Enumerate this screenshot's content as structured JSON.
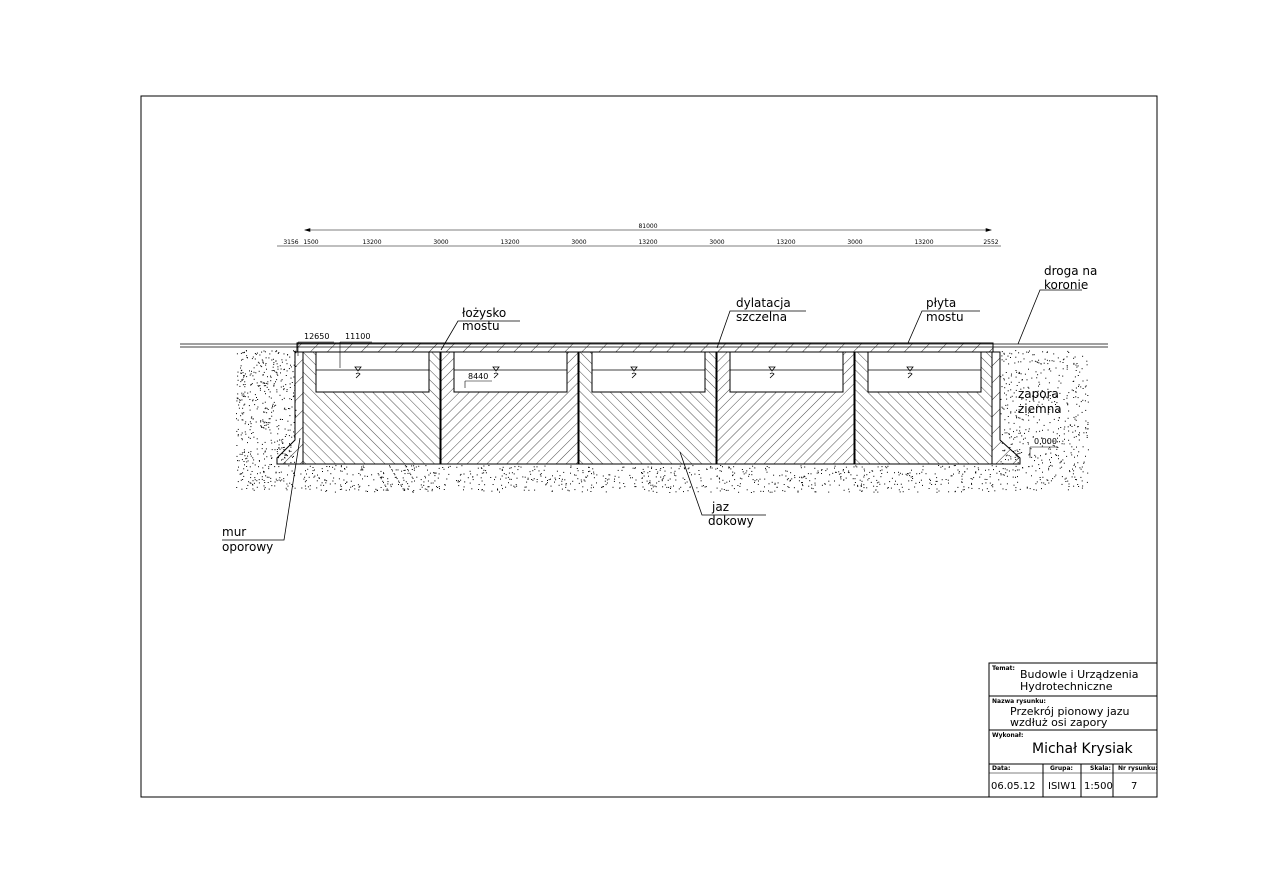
{
  "dimensions": {
    "total": "81000",
    "segments": [
      "3156",
      "1500",
      "13200",
      "3000",
      "13200",
      "3000",
      "13200",
      "3000",
      "13200",
      "3000",
      "13200",
      "2552"
    ],
    "local": {
      "left": "12650",
      "mid": "11100",
      "inner": "8440"
    },
    "elevation": "0.000"
  },
  "labels": {
    "droga_1": "droga na",
    "droga_2": "koronie",
    "lozysko_1": "łożysko",
    "lozysko_2": "mostu",
    "dylatacja_1": "dylatacja",
    "dylatacja_2": "szczelna",
    "plyta_1": "płyta",
    "plyta_2": "mostu",
    "zapora_1": "zapora",
    "zapora_2": "ziemna",
    "jaz_1": "jaz",
    "jaz_2": "dokowy",
    "mur_1": "mur",
    "mur_2": "oporowy"
  },
  "title_block": {
    "temat_label": "Temat:",
    "temat_1": "Budowle i Urządzenia",
    "temat_2": "Hydrotechniczne",
    "nazwa_label": "Nazwa rysunku:",
    "nazwa_1": "Przekrój pionowy jazu",
    "nazwa_2": "wzdłuż osi zapory",
    "wykonal_label": "Wykonał:",
    "wykonal": "Michał Krysiak",
    "data_label": "Data:",
    "data": "06.05.12",
    "grupa_label": "Grupa:",
    "grupa": "ISIW1",
    "skala_label": "Skala:",
    "skala": "1:500",
    "nr_label": "Nr rysunku:",
    "nr": "7"
  }
}
